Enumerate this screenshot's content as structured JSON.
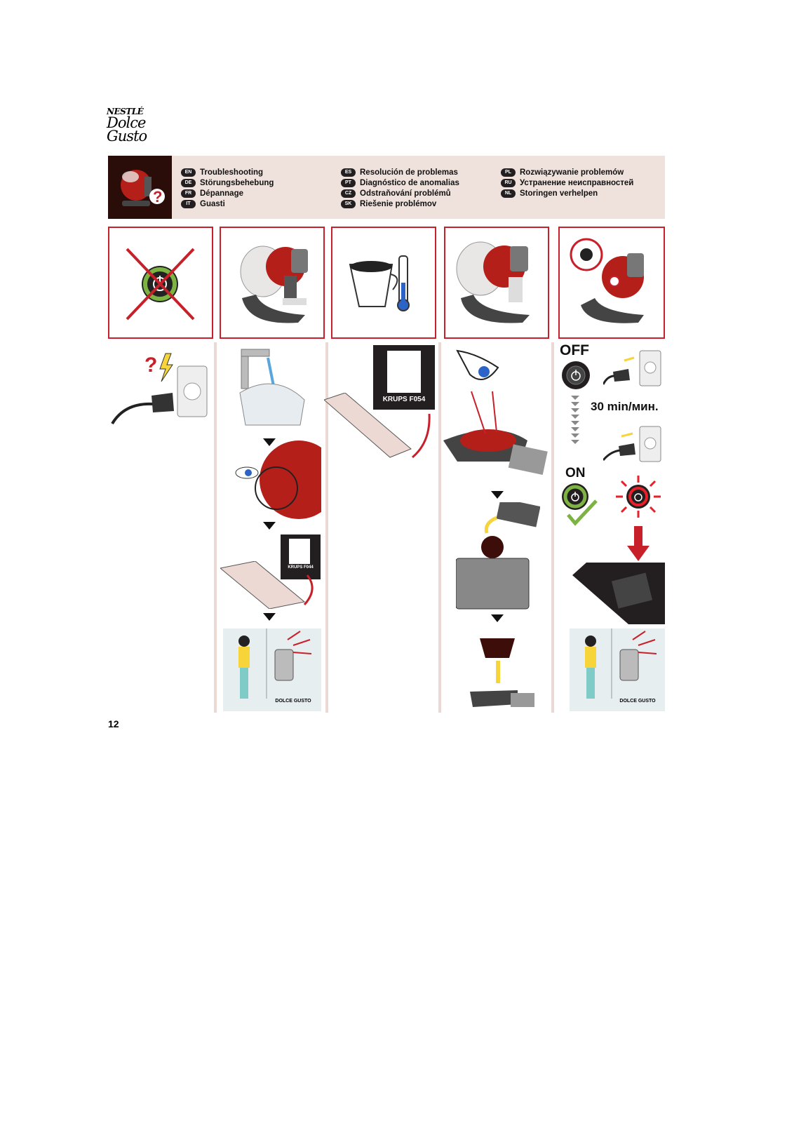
{
  "brand": {
    "nestle": "NESTLÉ",
    "dolce": "Dolce",
    "gusto": "Gusto"
  },
  "header": {
    "languages": [
      {
        "code": "EN",
        "label": "Troubleshooting"
      },
      {
        "code": "DE",
        "label": "Störungsbehebung"
      },
      {
        "code": "FR",
        "label": "Dépannage"
      },
      {
        "code": "IT",
        "label": "Guasti"
      },
      {
        "code": "ES",
        "label": "Resolución de problemas"
      },
      {
        "code": "PT",
        "label": "Diagnóstico de anomalias"
      },
      {
        "code": "CZ",
        "label": "Odstraňování problémů"
      },
      {
        "code": "SK",
        "label": "Riešenie problémov"
      },
      {
        "code": "PL",
        "label": "Rozwiązywanie problemów"
      },
      {
        "code": "RU",
        "label": "Устранение неисправностей"
      },
      {
        "code": "NL",
        "label": "Storingen verhelpen"
      }
    ]
  },
  "labels": {
    "krups_large": "KRUPS  F054",
    "krups_small": "KRUPS  F044",
    "off": "OFF",
    "on": "ON",
    "wait": "30 min/мин.",
    "hotline_left": "DOLCE GUSTO",
    "hotline_right": "DOLCE GUSTO",
    "page_number": "12"
  },
  "colors": {
    "accent_red": "#c8202a",
    "band": "#efe1dc",
    "machine_red": "#b51f1a",
    "power_green": "#7cb342"
  }
}
